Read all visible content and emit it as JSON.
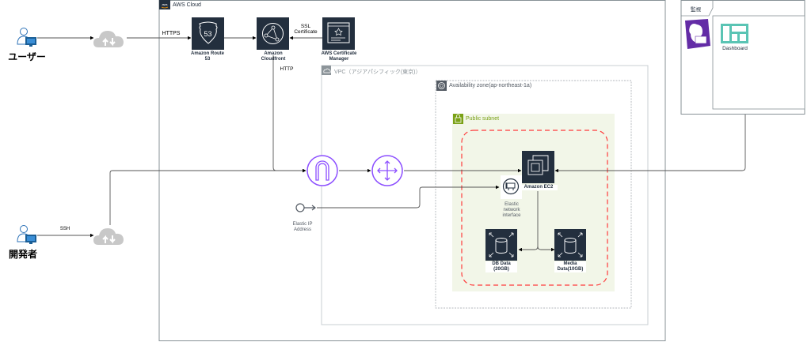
{
  "actors": {
    "user": {
      "label": "ユーザー"
    },
    "developer": {
      "label": "開発者"
    }
  },
  "connections": {
    "https": "HTTPS",
    "ssl": "SSL\nCertificate",
    "ssl_line1": "SSL",
    "ssl_line2": "Certificate",
    "http": "HTTP",
    "ssh": "SSH"
  },
  "groups": {
    "aws_cloud": "AWS Cloud",
    "vpc": "VPC（アジアパシフィック(東京)）",
    "az": "Availability zone(ap-northeast-1a)",
    "subnet": "Public subnet",
    "monitoring": "監視"
  },
  "services": {
    "route53": {
      "line1": "Amazon Route",
      "line2": "53"
    },
    "cloudfront": {
      "line1": "Amazon",
      "line2": "Cloudfront"
    },
    "acm": {
      "line1": "AWS Certificate",
      "line2": "Manager"
    },
    "ec2": {
      "label": "Amazon EC2"
    },
    "eni": {
      "line1": "Elastic",
      "line2": "network",
      "line3": "interface"
    },
    "eip": {
      "line1": "Elastic IP",
      "line2": "Address"
    },
    "db": {
      "line1": "DB Data",
      "line2": "(20GB)"
    },
    "media": {
      "line1": "Media",
      "line2": "Data(10GB)"
    },
    "dashboard": {
      "label": "Dashboard"
    }
  },
  "colors": {
    "aws_dark": "#232f3e",
    "network_purple": "#8c4fff",
    "subnet_green": "#7aa116",
    "subnet_bg": "#f2f6e8",
    "dashed_red": "#ff3b3b",
    "dashboard_teal": "#5ac4b4",
    "datadog_purple": "#632ca6",
    "cloud_gray": "#c8c8c8",
    "user_blue": "#2e73b8"
  }
}
